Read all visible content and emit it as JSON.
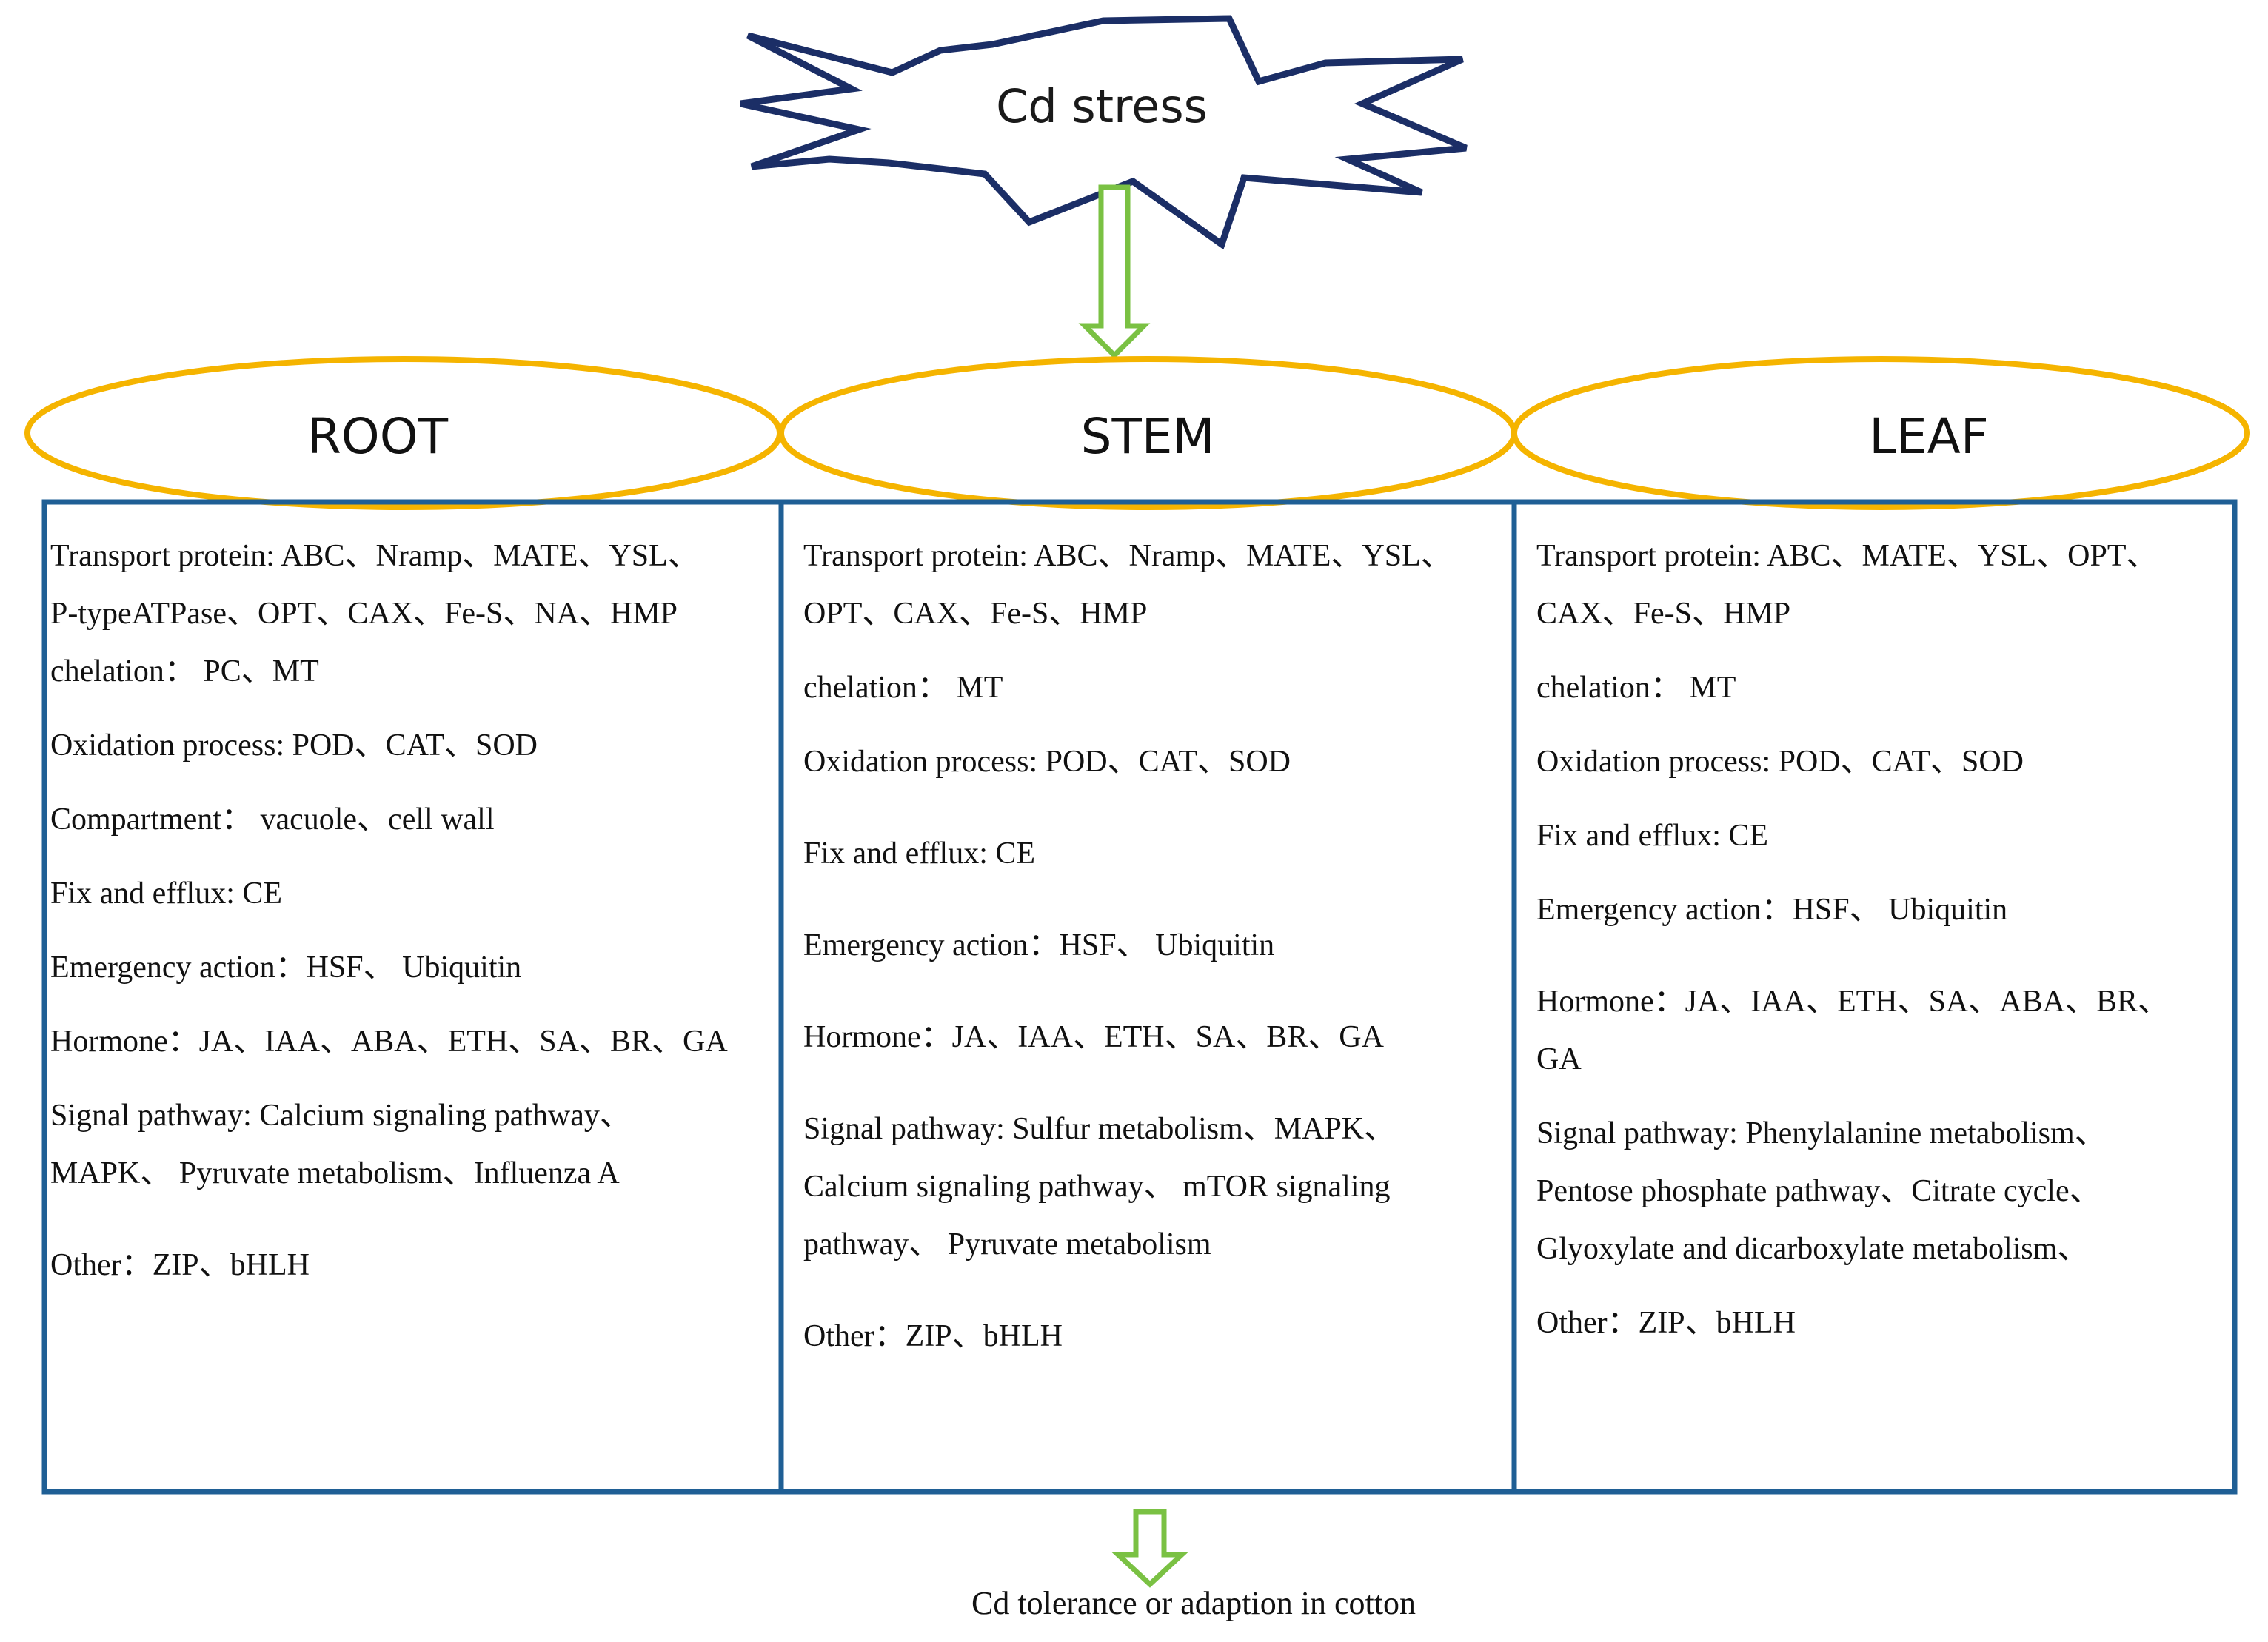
{
  "stress_label": "Cd stress",
  "organs": [
    "ROOT",
    "STEM",
    "LEAF"
  ],
  "panels": [
    {
      "organ": "ROOT",
      "lines": [
        "Transport protein: ABC、Nramp、MATE、YSL、",
        "P-typeATPase、OPT、CAX、Fe-S、NA、HMP",
        "chelation： PC、MT",
        "Oxidation process: POD、CAT、SOD",
        "Compartment： vacuole、cell wall",
        "Fix and efflux: CE",
        "Emergency action：HSF、 Ubiquitin",
        "Hormone：JA、IAA、ABA、ETH、SA、BR、GA",
        "Signal pathway: Calcium signaling pathway、",
        "MAPK、 Pyruvate metabolism、Influenza A",
        "Other：ZIP、bHLH"
      ]
    },
    {
      "organ": "STEM",
      "lines": [
        "Transport protein: ABC、Nramp、MATE、YSL、",
        "OPT、CAX、Fe-S、HMP",
        "chelation： MT",
        "Oxidation process: POD、CAT、SOD",
        "Fix and efflux: CE",
        "Emergency action：HSF、 Ubiquitin",
        "Hormone：JA、IAA、ETH、SA、BR、GA",
        "Signal pathway: Sulfur metabolism、MAPK、",
        "Calcium signaling pathway、 mTOR signaling",
        "pathway、 Pyruvate metabolism",
        "Other：ZIP、bHLH"
      ]
    },
    {
      "organ": "LEAF",
      "lines": [
        "Transport protein: ABC、MATE、YSL、OPT、",
        "CAX、Fe-S、HMP",
        "chelation： MT",
        "Oxidation process: POD、CAT、SOD",
        "Fix and efflux: CE",
        "Emergency action：HSF、 Ubiquitin",
        "Hormone：JA、IAA、ETH、SA、ABA、BR、",
        "GA",
        "Signal pathway: Phenylalanine metabolism、",
        "Pentose phosphate pathway、Citrate cycle、",
        "Glyoxylate and dicarboxylate metabolism、",
        "Other：ZIP、bHLH"
      ]
    }
  ],
  "result_label": "Cd tolerance or adaption in cotton",
  "colors": {
    "star_outline": "#1b2e66",
    "arrow": "#7ac143",
    "ellipse_outline": "#f5b400",
    "box_border": "#1f5f95"
  }
}
